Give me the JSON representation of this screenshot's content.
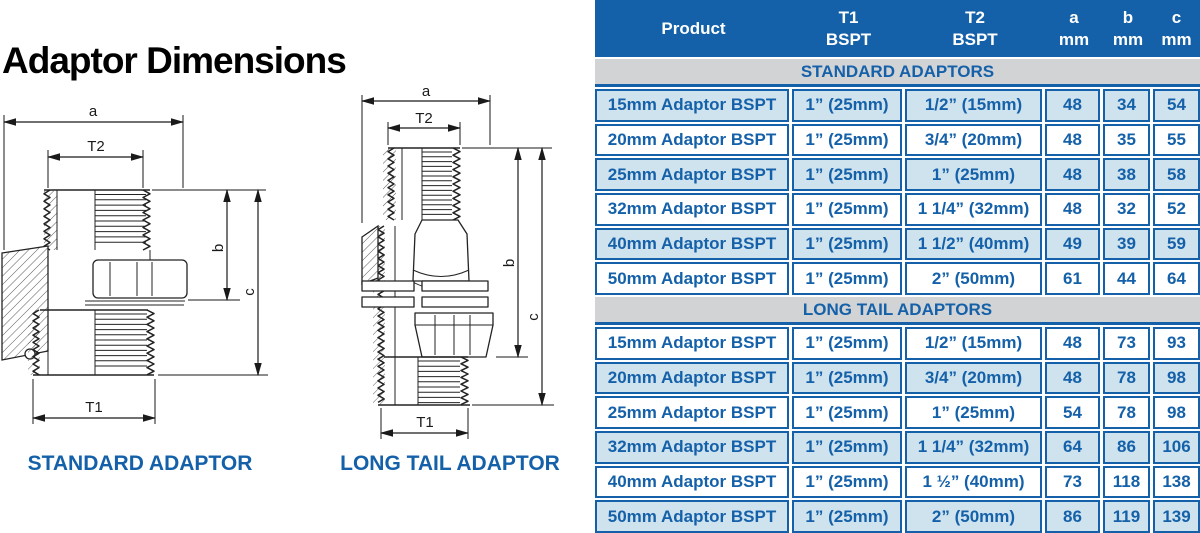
{
  "page_title": "Adaptor Dimensions",
  "colors": {
    "table_blue": "#1561a9",
    "row_alt_blue": "#cfe3ee",
    "section_gray": "#d2d3d5",
    "drawing_ink": "#232323"
  },
  "diagrams": {
    "standard": {
      "caption": "STANDARD ADAPTOR",
      "dims": {
        "a": "a",
        "t2": "T2",
        "b": "b",
        "c": "c",
        "t1": "T1"
      }
    },
    "long_tail": {
      "caption": "LONG TAIL ADAPTOR",
      "dims": {
        "a": "a",
        "t2": "T2",
        "b": "b",
        "c": "c",
        "t1": "T1"
      }
    }
  },
  "table": {
    "header": {
      "product": "Product",
      "t1": [
        "T1",
        "BSPT"
      ],
      "t2": [
        "T2",
        "BSPT"
      ],
      "a": [
        "a",
        "mm"
      ],
      "b": [
        "b",
        "mm"
      ],
      "c": [
        "c",
        "mm"
      ]
    },
    "sections": [
      {
        "title": "STANDARD ADAPTORS",
        "zebra": "even",
        "rows": [
          [
            "15mm Adaptor BSPT",
            "1” (25mm)",
            "1/2” (15mm)",
            "48",
            "34",
            "54"
          ],
          [
            "20mm Adaptor BSPT",
            "1” (25mm)",
            "3/4” (20mm)",
            "48",
            "35",
            "55"
          ],
          [
            "25mm Adaptor BSPT",
            "1” (25mm)",
            "1” (25mm)",
            "48",
            "38",
            "58"
          ],
          [
            "32mm Adaptor BSPT",
            "1” (25mm)",
            "1 1/4” (32mm)",
            "48",
            "32",
            "52"
          ],
          [
            "40mm Adaptor BSPT",
            "1” (25mm)",
            "1 1/2” (40mm)",
            "49",
            "39",
            "59"
          ],
          [
            "50mm Adaptor BSPT",
            "1” (25mm)",
            "2” (50mm)",
            "61",
            "44",
            "64"
          ]
        ]
      },
      {
        "title": "LONG TAIL ADAPTORS",
        "zebra": "odd",
        "rows": [
          [
            "15mm Adaptor BSPT",
            "1” (25mm)",
            "1/2” (15mm)",
            "48",
            "73",
            "93"
          ],
          [
            "20mm Adaptor BSPT",
            "1” (25mm)",
            "3/4” (20mm)",
            "48",
            "78",
            "98"
          ],
          [
            "25mm Adaptor BSPT",
            "1” (25mm)",
            "1” (25mm)",
            "54",
            "78",
            "98"
          ],
          [
            "32mm Adaptor BSPT",
            "1” (25mm)",
            "1 1/4” (32mm)",
            "64",
            "86",
            "106"
          ],
          [
            "40mm Adaptor BSPT",
            "1” (25mm)",
            "1 ½” (40mm)",
            "73",
            "118",
            "138"
          ],
          [
            "50mm Adaptor BSPT",
            "1” (25mm)",
            "2” (50mm)",
            "86",
            "119",
            "139"
          ]
        ]
      }
    ]
  }
}
